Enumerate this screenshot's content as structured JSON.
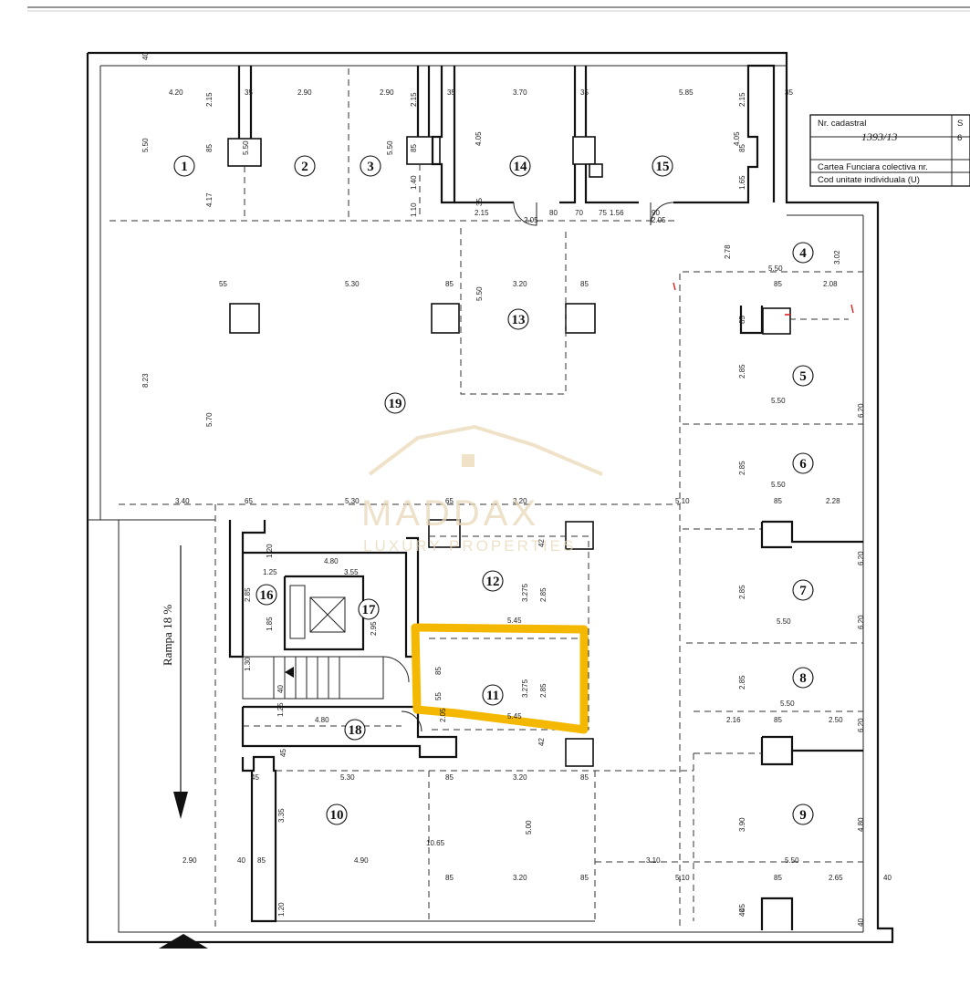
{
  "cadastral_box": {
    "row1_label": "Nr. cadastral",
    "row1_value": "1393/13",
    "row1_col": "S",
    "row1_col_value": "6",
    "row2_label": "Cartea Funciara colectiva nr.",
    "row3_label": "Cod unitate individuala (U)"
  },
  "rooms": [
    "1",
    "2",
    "3",
    "4",
    "5",
    "6",
    "7",
    "8",
    "9",
    "10",
    "11",
    "12",
    "13",
    "14",
    "15",
    "16",
    "17",
    "18",
    "19"
  ],
  "ramp_label": "Rampa 18 %",
  "watermark": {
    "brand": "MADDAX",
    "tagline": "LUXURY PROPERTIES"
  },
  "highlight_color": "#f5b800",
  "dims_h": [
    "4.20",
    "35",
    "2.90",
    "2.90",
    "35",
    "3.70",
    "35",
    "5.85",
    "35",
    "2.15",
    "2.05",
    "80",
    "70",
    "75",
    "1.56",
    "90",
    "2.05",
    "55",
    "5.30",
    "85",
    "3.20",
    "85",
    "5.50",
    "85",
    "2.08",
    "5.50",
    "5.50",
    "3.40",
    "65",
    "5.30",
    "65",
    "3.20",
    "5.10",
    "85",
    "2.28",
    "4.80",
    "3.55",
    "1.25",
    "5.45",
    "5.45",
    "5.50",
    "5.50",
    "4.80",
    "2.16",
    "85",
    "2.50",
    "45",
    "5.30",
    "85",
    "3.20",
    "85",
    "10.65",
    "2.90",
    "40",
    "85",
    "4.90",
    "3.10",
    "5.50",
    "85",
    "3.20",
    "85",
    "5.10",
    "85",
    "2.65",
    "40"
  ],
  "dims_v": [
    "40",
    "2.15",
    "85",
    "5.50",
    "5.50",
    "5.50",
    "4.17",
    "2.15",
    "85",
    "1.40",
    "1.10",
    "4.05",
    "4.05",
    "2.15",
    "1.65",
    "35",
    "85",
    "8.23",
    "5.70",
    "5.50",
    "2.78",
    "3.02",
    "85",
    "2.85",
    "6.20",
    "2.85",
    "6.20",
    "2.85",
    "6.20",
    "2.85",
    "6.20",
    "3.90",
    "4.80",
    "5.00",
    "3.35",
    "1.20",
    "40",
    "45",
    "1.20",
    "2.85",
    "1.85",
    "2.95",
    "1.30",
    "1.25",
    "40",
    "85",
    "55",
    "2.05",
    "3.275",
    "2.85",
    "3.275",
    "2.85",
    "42",
    "42",
    "45",
    "40"
  ]
}
